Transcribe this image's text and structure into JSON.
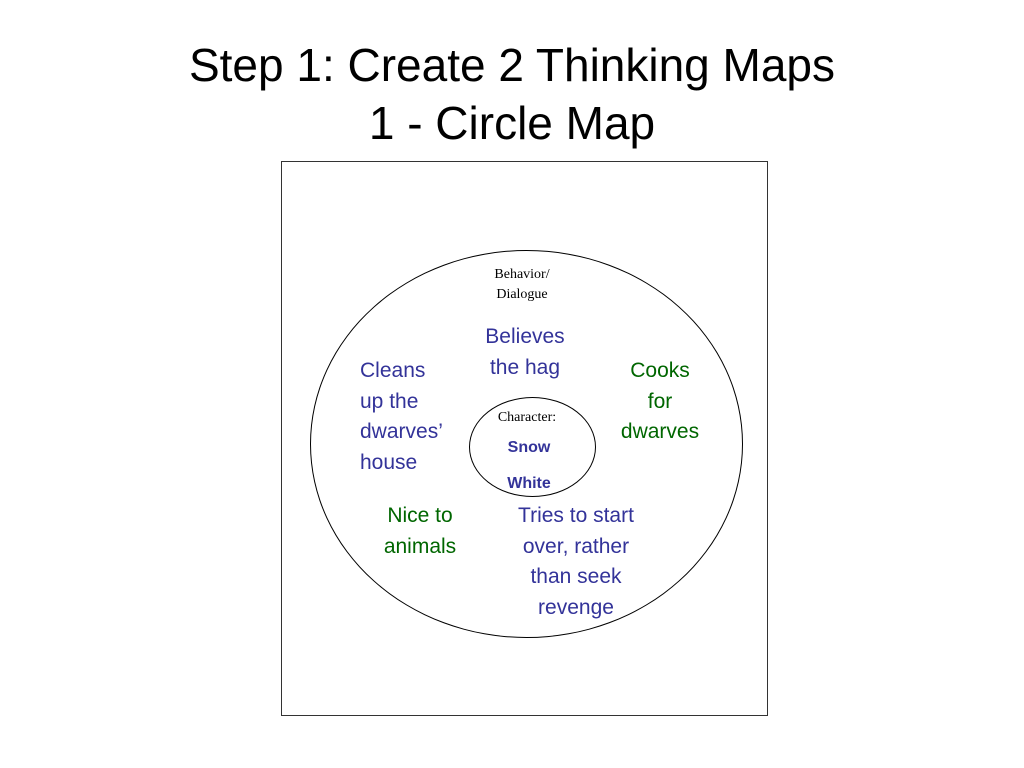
{
  "title": {
    "line1": "Step 1: Create 2 Thinking Maps",
    "line2": "1 - Circle Map"
  },
  "frame_label": {
    "line1": "Behavior/",
    "line2": "Dialogue"
  },
  "center": {
    "label": "Character:",
    "name_line1": "Snow",
    "name_line2": "White"
  },
  "items": {
    "believes": [
      "Believes",
      "the hag"
    ],
    "cleans": [
      "Cleans",
      "up the",
      "dwarves’",
      "house"
    ],
    "cooks": [
      "Cooks",
      "for",
      "dwarves"
    ],
    "nice": [
      "Nice to",
      "animals"
    ],
    "tries": [
      "Tries to start",
      "over, rather",
      "than seek",
      "revenge"
    ]
  },
  "colors": {
    "blue_text": "#333399",
    "green_text": "#006600"
  }
}
